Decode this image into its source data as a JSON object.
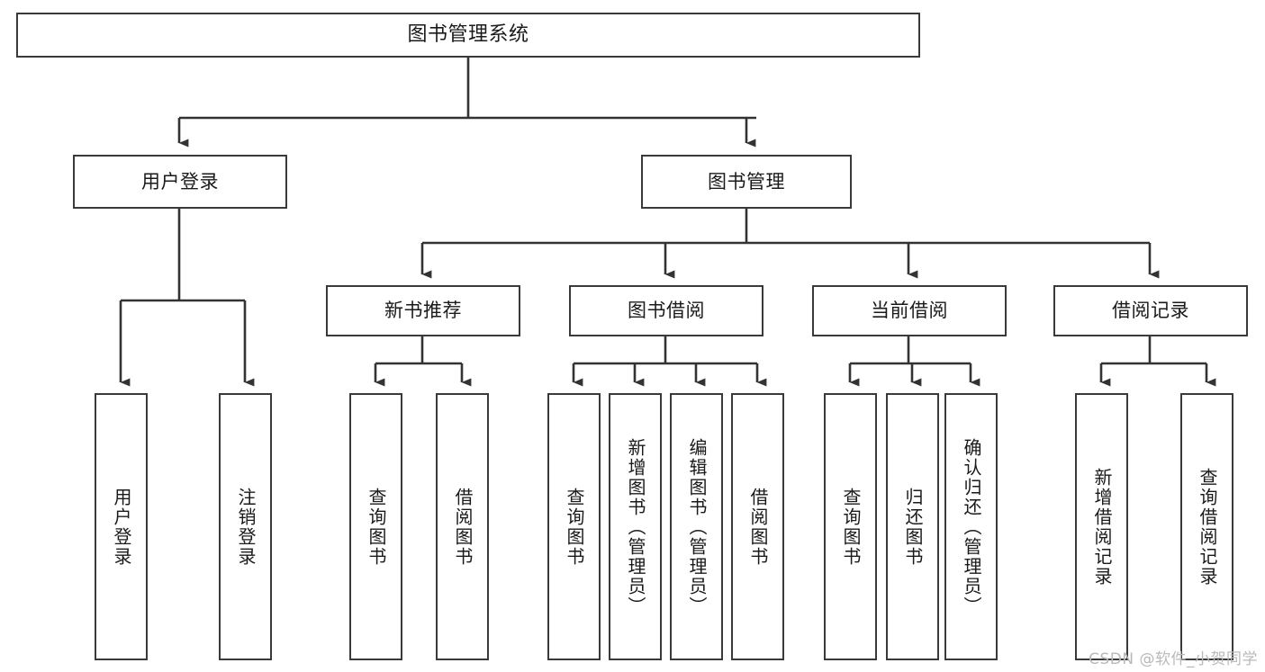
{
  "diagram": {
    "type": "tree-hierarchy",
    "title": "图书管理系统",
    "root": {
      "id": "root",
      "label": "图书管理系统",
      "shape": "rect",
      "text_orientation": "horizontal"
    },
    "level2": [
      {
        "id": "user-login",
        "label": "用户登录",
        "shape": "rect",
        "text_orientation": "horizontal"
      },
      {
        "id": "book-manage",
        "label": "图书管理",
        "shape": "rect",
        "text_orientation": "horizontal"
      }
    ],
    "level3": [
      {
        "id": "new-book-rec",
        "label": "新书推荐",
        "parent": "book-manage"
      },
      {
        "id": "book-borrow",
        "label": "图书借阅",
        "parent": "book-manage"
      },
      {
        "id": "current-borrow",
        "label": "当前借阅",
        "parent": "book-manage"
      },
      {
        "id": "borrow-record",
        "label": "借阅记录",
        "parent": "book-manage"
      }
    ],
    "leaves": [
      {
        "id": "leaf-user-login",
        "label": "用户登录",
        "parent": "user-login",
        "text_orientation": "vertical"
      },
      {
        "id": "leaf-user-logout",
        "label": "注销登录",
        "parent": "user-login",
        "text_orientation": "vertical"
      },
      {
        "id": "leaf-query-book-1",
        "label": "查询图书",
        "parent": "new-book-rec",
        "text_orientation": "vertical"
      },
      {
        "id": "leaf-borrow-book-1",
        "label": "借阅图书",
        "parent": "new-book-rec",
        "text_orientation": "vertical"
      },
      {
        "id": "leaf-query-book-2",
        "label": "查询图书",
        "parent": "book-borrow",
        "text_orientation": "vertical"
      },
      {
        "id": "leaf-add-book",
        "label": "新增图书（管理员）",
        "parent": "book-borrow",
        "text_orientation": "vertical"
      },
      {
        "id": "leaf-edit-book",
        "label": "编辑图书（管理员）",
        "parent": "book-borrow",
        "text_orientation": "vertical"
      },
      {
        "id": "leaf-borrow-book-2",
        "label": "借阅图书",
        "parent": "book-borrow",
        "text_orientation": "vertical"
      },
      {
        "id": "leaf-query-book-3",
        "label": "查询图书",
        "parent": "current-borrow",
        "text_orientation": "vertical"
      },
      {
        "id": "leaf-return-book",
        "label": "归还图书",
        "parent": "current-borrow",
        "text_orientation": "vertical"
      },
      {
        "id": "leaf-confirm-return",
        "label": "确认归还（管理员）",
        "parent": "current-borrow",
        "text_orientation": "vertical"
      },
      {
        "id": "leaf-add-record",
        "label": "新增借阅记录",
        "parent": "borrow-record",
        "text_orientation": "vertical"
      },
      {
        "id": "leaf-query-record",
        "label": "查询借阅记录",
        "parent": "borrow-record",
        "text_orientation": "vertical"
      }
    ],
    "style": {
      "background": "#ffffff",
      "box_fill": "#ffffff",
      "box_stroke": "#3a3a3a",
      "connector_stroke": "#333333",
      "text_color": "#1a1a1a"
    }
  },
  "watermark": {
    "text": "CSDN @软件_小贺同学",
    "color": "#b9b9b9"
  }
}
